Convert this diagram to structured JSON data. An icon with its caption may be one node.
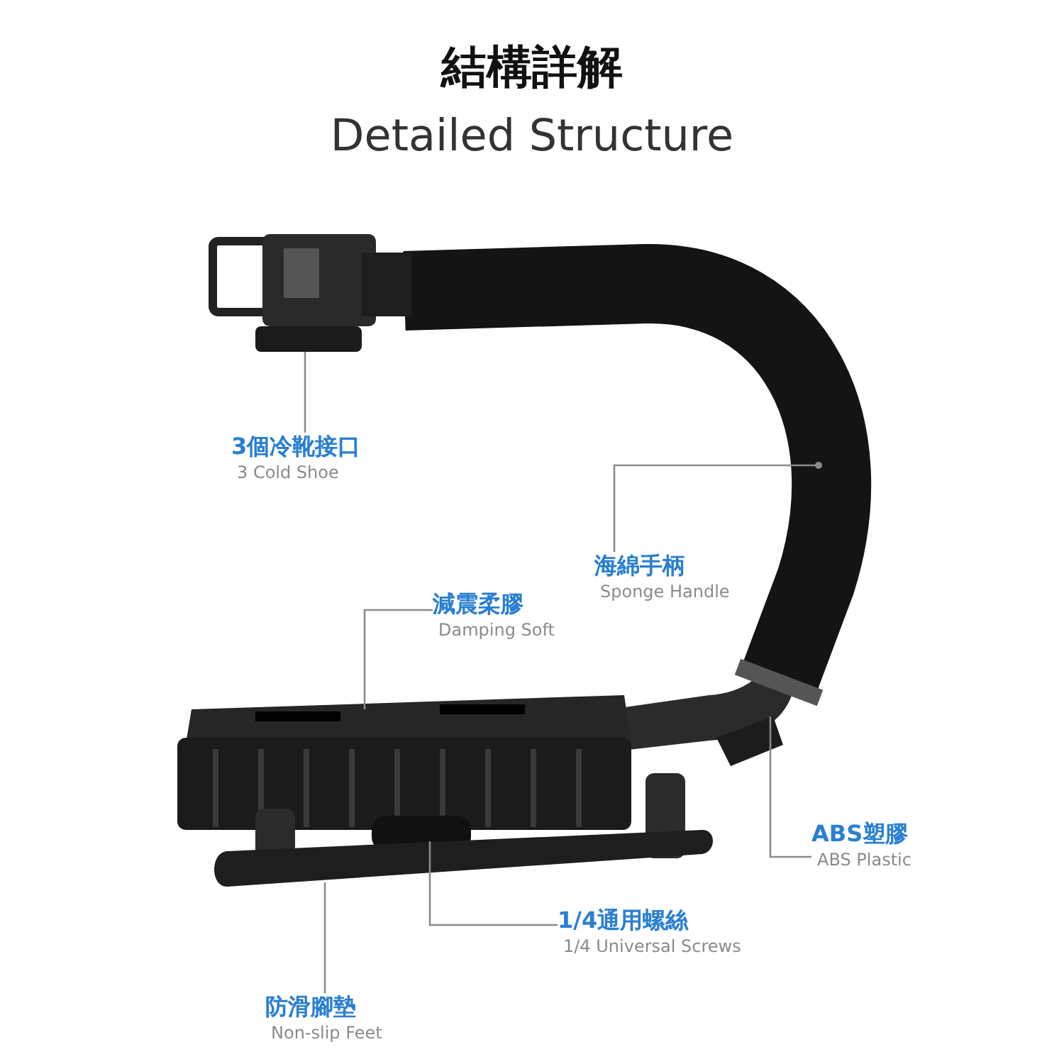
{
  "diagram": {
    "title": "結構詳解",
    "nodes": [
      {
        "text": [
          "3個冷靴接口",
          "3 Cold Shoe"
        ]
      },
      {
        "text": [
          "海綿手柄",
          "Sponge Handle"
        ]
      },
      {
        "text": [
          "減震柔膠",
          "Damping Soft"
        ]
      },
      {
        "text": [
          "ABS塑膠",
          "ABS Plastic"
        ]
      },
      {
        "text": [
          "1/4通用螺絲",
          "1/4 Universal Screws"
        ]
      },
      {
        "text": [
          "防滑腳墊",
          "Non-slip Feet"
        ]
      }
    ],
    "edges": [
      {
        "from": 0,
        "to": null,
        "arrow": "none"
      },
      {
        "from": 1,
        "to": null,
        "arrow": "other"
      },
      {
        "from": 2,
        "to": null,
        "arrow": "none"
      },
      {
        "from": 3,
        "to": null,
        "arrow": "none"
      },
      {
        "from": 4,
        "to": null,
        "arrow": "none"
      },
      {
        "from": 5,
        "to": null,
        "arrow": "none"
      }
    ],
    "labels": [
      "Detailed Structure"
    ]
  }
}
